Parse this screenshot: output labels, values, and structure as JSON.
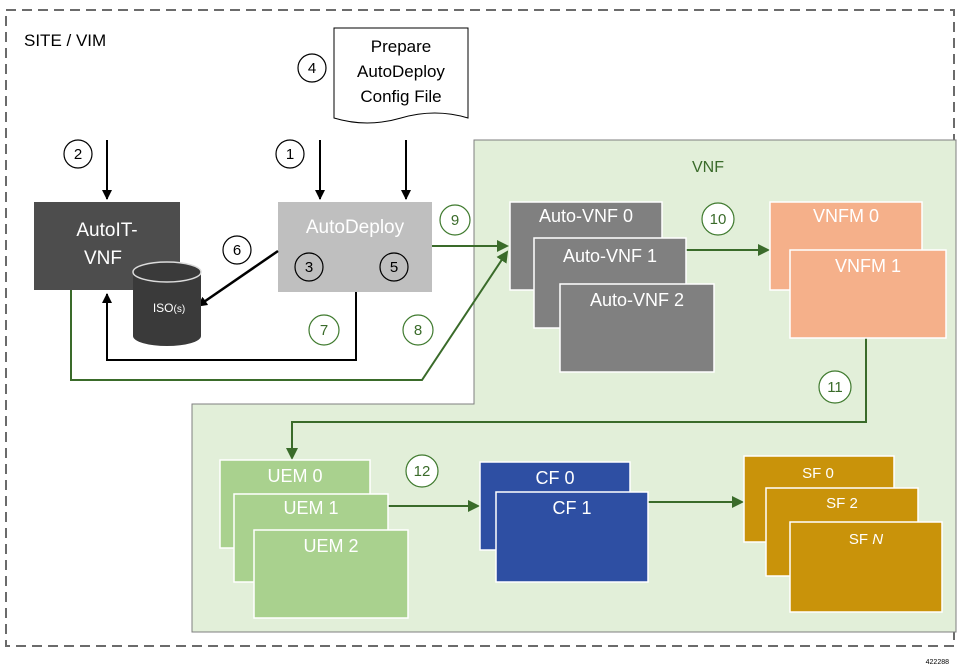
{
  "site_label": "SITE / VIM",
  "vnf_label": "VNF",
  "prepare_doc": {
    "lines": [
      "Prepare",
      "AutoDeploy",
      "Config File"
    ]
  },
  "autoit": {
    "lines": [
      "AutoIT-",
      "VNF"
    ]
  },
  "iso": {
    "main": "ISO",
    "suffix": "(s)"
  },
  "autodeploy": "AutoDeploy",
  "auto_vnf": [
    "Auto-VNF 0",
    "Auto-VNF 1",
    "Auto-VNF 2"
  ],
  "vnfm": [
    "VNFM 0",
    "VNFM 1"
  ],
  "uem": [
    "UEM 0",
    "UEM 1",
    "UEM 2"
  ],
  "cf": [
    "CF 0",
    "CF 1"
  ],
  "sf": {
    "sf0": "SF 0",
    "sf2": "SF 2",
    "sfn_prefix": "SF ",
    "sfn_italic": "N"
  },
  "steps": [
    "1",
    "2",
    "3",
    "4",
    "5",
    "6",
    "7",
    "8",
    "9",
    "10",
    "11",
    "12"
  ],
  "figure_id": "422288",
  "colors": {
    "autoit": "#4d4d4d",
    "autodeploy": "#bfbfbf",
    "auto_vnf": "#808080",
    "vnfm": "#f5b08a",
    "uem": "#a9d18e",
    "cf": "#2e4fa3",
    "sf": "#c9930a",
    "vnf_zone": "#e2efd9",
    "green_arrow": "#3a6b2a",
    "green_circle": "#3f7a2e"
  }
}
